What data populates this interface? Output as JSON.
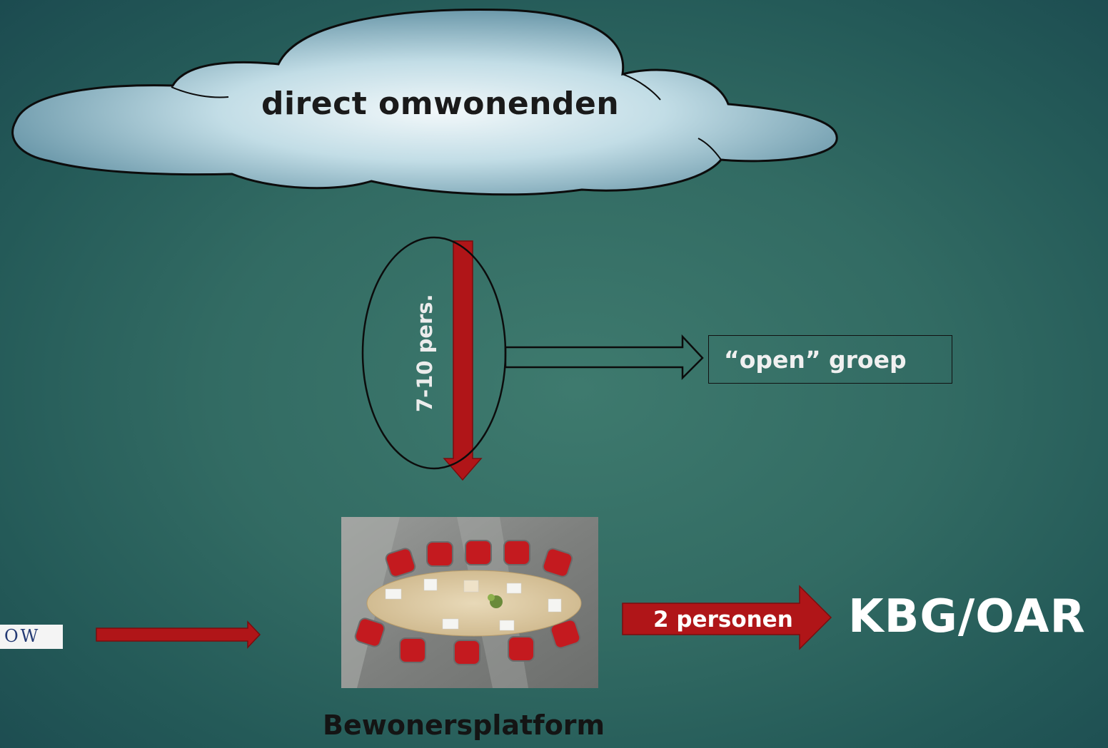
{
  "cloud": {
    "label": "direct omwonenden"
  },
  "ellipse": {
    "label": "7-10 pers."
  },
  "open_group": {
    "label": "“open”  groep"
  },
  "platform": {
    "label": "Bewonersplatform"
  },
  "delegation": {
    "arrow_label": "2 personen",
    "target": "KBG/OAR"
  },
  "logo": {
    "text": "OW"
  },
  "colors": {
    "background": "#326b63",
    "arrow_red": "#b01518",
    "cloud_light": "#e6f1f4",
    "cloud_dark": "#5d8da0"
  }
}
